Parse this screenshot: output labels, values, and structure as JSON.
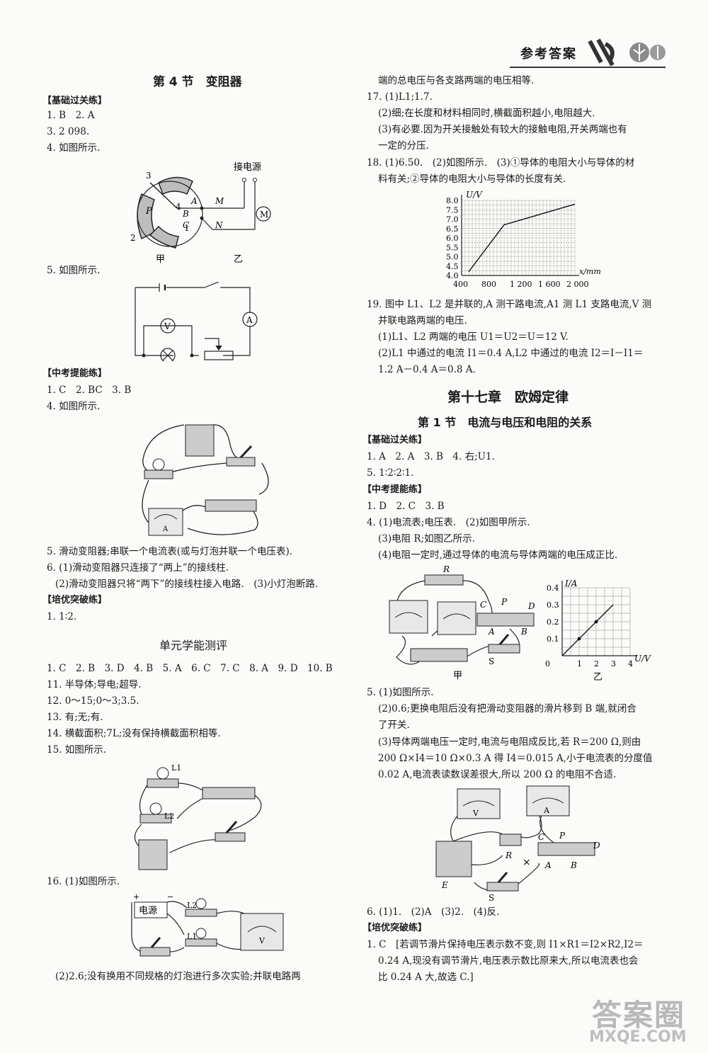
{
  "header": {
    "title": "参考答案"
  },
  "left": {
    "sec4_title": "第 4 节　变阻器",
    "tag_basic": "【基础过关练】",
    "b1": "1. B　2. A",
    "b3": "3. 2 098.",
    "b4": "4. 如图所示.",
    "fig4": {
      "top": "接电源",
      "labels": [
        "3",
        "P",
        "4",
        "A",
        "B",
        "C",
        "M",
        "N",
        "1",
        "2",
        "M"
      ],
      "cap_a": "甲",
      "cap_b": "乙"
    },
    "b5": "5. 如图所示.",
    "fig5": {
      "meter_v": "V",
      "meter_a": "A"
    },
    "tag_mid": "【中考提能练】",
    "m1": "1. C　2. BC　3. B",
    "m4": "4. 如图所示.",
    "m5": "5. 滑动变阻器;串联一个电流表(或与灯泡并联一个电压表).",
    "m6a": "6. (1)滑动变阻器只连接了“两上”的接线柱.",
    "m6b": "(2)滑动变阻器只将“两下”的接线柱接入电路.　(3)小灯泡断路.",
    "tag_adv": "【培优突破练】",
    "a1": "1. 1∶2.",
    "unit_title": "单元学能测评",
    "u1": "1. C　2. B　3. D　4. B　5. A　6. C　7. C　8. A　9. D　10. B",
    "u11": "11. 半导体;导电;超导.",
    "u12": "12. 0～15;0～3;3.5.",
    "u13": "13. 有;无;有.",
    "u14": "14. 横截面积;7L;没有保持横截面积相等.",
    "u15": "15. 如图所示.",
    "fig15": {
      "l1": "L1",
      "l2": "L2"
    },
    "u16": "16. (1)如图所示.",
    "fig16": {
      "source": "电源",
      "l1": "L1",
      "l2": "L2",
      "meter": "V"
    },
    "u16b": "(2)2.6;没有换用不同规格的灯泡进行多次实验;并联电路两"
  },
  "right": {
    "r0": "端的总电压与各支路两端的电压相等.",
    "r17a": "17. (1)L1;1.7.",
    "r17b": "(2)细;在长度和材料相同时,横截面积越小,电阻越大.",
    "r17c": "(3)有必要.因为开关接触处有较大的接触电阻,开关两端也有",
    "r17d": "一定的分压.",
    "r18a": "18. (1)6.50.　(2)如图所示.　(3)①导体的电阻大小与导体的材",
    "r18b": "料有关;②导体的电阻大小与导体的长度有关.",
    "r19a": "19. 图中 L1、L2 是并联的,A 测干路电流,A1 测 L1 支路电流,V 测",
    "r19b": "并联电路两端的电压.",
    "r19c": "(1)L1、L2 两端的电压 U1＝U2＝U＝12 V.",
    "r19d": "(2)L1 中通过的电流 I1＝0.4 A,L2 中通过的电流 I2＝I－I1＝",
    "r19e": "1.2 A－0.4 A＝0.8 A.",
    "ch17_title": "第十七章　欧姆定律",
    "sec1_title": "第 1 节　电流与电压和电阻的关系",
    "tag_basic": "【基础过关练】",
    "s1": "1. A　2. A　3. B　4. 右;U1.",
    "s5": "5. 1∶2∶2∶1.",
    "tag_mid": "【中考提能练】",
    "t1": "1. D　2. C　3. B",
    "t4a": "4. (1)电流表;电压表.　(2)如图甲所示.",
    "t4b": "(3)电阻 R;如图乙所示.",
    "t4c": "(4)电阻一定时,通过导体的电流与导体两端的电压成正比.",
    "fig4r": {
      "labels": [
        "R",
        "C",
        "P",
        "D",
        "A",
        "B",
        "S"
      ],
      "cap_a": "甲",
      "cap_b": "乙"
    },
    "t5a": "5. (1)如图所示.",
    "t5b": "(2)0.6;更换电阻后没有把滑动变阻器的滑片移到 B 端,就闭合",
    "t5c": "了开关.",
    "t5d": "(3)导体两端电压一定时,电流与电阻成反比,若 R＝200 Ω,则由",
    "t5e": "200 Ω×I4＝10 Ω×0.3 A 得 I4＝0.015 A,小于电流表的分度值",
    "t5f": "0.02 A,电流表读数误差很大,所以 200 Ω 的电阻不合适.",
    "fig5r": {
      "labels": [
        "V",
        "A",
        "C",
        "P",
        "D",
        "R",
        "A",
        "B",
        "E",
        "S"
      ]
    },
    "t6": "6. (1)1.　(2)A　(3)2.　(4)反.",
    "tag_adv": "【培优突破练】",
    "p1a": "1. C　[若调节滑片保持电压表示数不变,则 I1×R1＝I2×R2,I2＝",
    "p1b": "0.24 A,现没有调节滑片,电压表示数比原来大,所以电流表也会",
    "p1c": "比 0.24 A 大,故选 C.]"
  },
  "chart_data": [
    {
      "type": "line",
      "xlabel": "x/mm",
      "ylabel": "U/V",
      "xlim": [
        400,
        2000
      ],
      "ylim": [
        4.0,
        8.0
      ],
      "x_ticks": [
        "400",
        "800",
        "1 200",
        "1 600",
        "2 000"
      ],
      "y_ticks": [
        "4.0",
        "4.5",
        "5.0",
        "5.5",
        "6.0",
        "6.5",
        "7.0",
        "7.5",
        "8.0"
      ],
      "grid": true,
      "series": [
        {
          "x": [
            500,
            1000,
            2000
          ],
          "y": [
            4.2,
            6.7,
            7.8
          ]
        }
      ]
    },
    {
      "type": "line",
      "xlabel": "U/V",
      "ylabel": "I/A",
      "xlim": [
        0,
        4
      ],
      "ylim": [
        0,
        0.4
      ],
      "x_ticks": [
        "0",
        "1",
        "2",
        "3",
        "4"
      ],
      "y_ticks": [
        "0.1",
        "0.2",
        "0.3",
        "0.4"
      ],
      "grid": true,
      "series": [
        {
          "x": [
            0,
            1,
            2,
            3
          ],
          "y": [
            0,
            0.1,
            0.2,
            0.3
          ],
          "markers": [
            1,
            2
          ]
        }
      ]
    }
  ],
  "watermark": {
    "text1": "答案圈",
    "text2": "MXQE.COM"
  }
}
